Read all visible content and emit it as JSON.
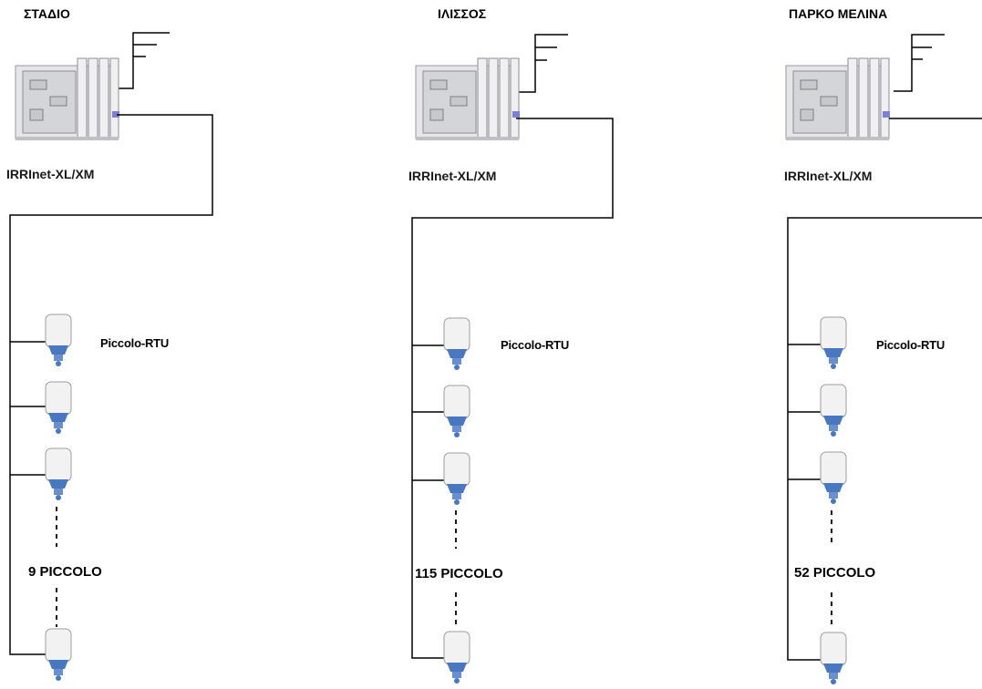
{
  "sites": [
    {
      "title": "ΣΤΑΔΙΟ",
      "controller_label": "IRRInet-XL/XM",
      "rtu_label": "Piccolo-RTU",
      "count_label": "9 PICCOLO"
    },
    {
      "title": "ΙΛΙΣΣΟΣ",
      "controller_label": "IRRInet-XL/XM",
      "rtu_label": "Piccolo-RTU",
      "count_label": "115 PICCOLO"
    },
    {
      "title": "ΠΑΡΚΟ ΜΕΛΙΝΑ",
      "controller_label": "IRRInet-XL/XM",
      "rtu_label": "Piccolo-RTU",
      "count_label": "52 PICCOLO"
    }
  ],
  "icons": {
    "controller": "irrinet-controller-icon",
    "antenna": "antenna-icon",
    "rtu": "piccolo-rtu-icon"
  }
}
